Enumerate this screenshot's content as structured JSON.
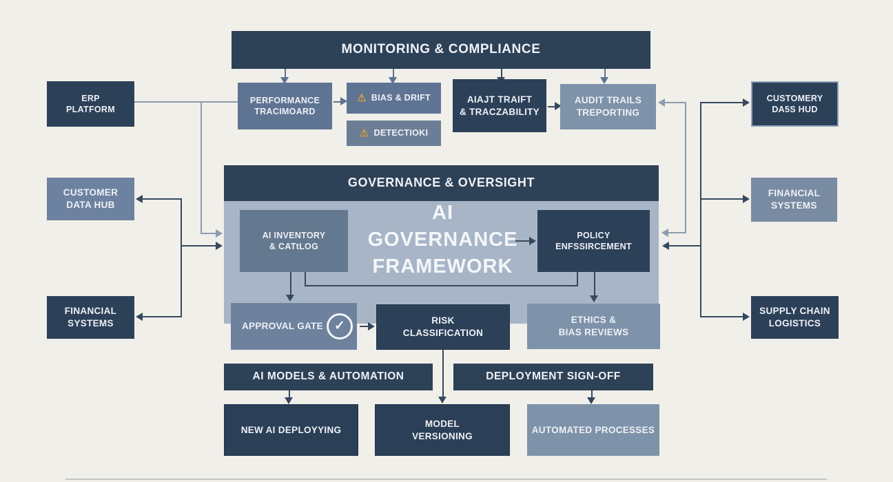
{
  "monitoring": {
    "header": "MONITORING & COMPLIANCE",
    "performance": "PERFORMANCE\nTRACIMOARD",
    "bias_drift": "BIAS & DRIFT",
    "detection": "DETECTIOKI",
    "audit_trail": "AIAJT TRAIFT\n& TRACZABILITY",
    "audit_reporting": "AUDIT TRAILS\nTREPORTING"
  },
  "left_systems": {
    "erp": "ERP\nPLATFORM",
    "customer": "CUSTOMER\nDATA HUB",
    "financial": "FINANCIAL\nSYSTEMS"
  },
  "right_systems": {
    "customer": "CUSTOMERY\nDA5S HUD",
    "financial": "FINANCIAL\nSYSTEMS",
    "supply": "SUPPLY CHAIN\nLOGISTICS"
  },
  "governance": {
    "header": "GOVERNANCE & OVERSIGHT",
    "title": "AI\nGOVERNANCE\nFRAMEWORK",
    "inventory": "AI INVENTORY\n& CATtLOG",
    "policy": "POLICY\nENFSSIRCEMENT",
    "approval": "APPROVAL GATE",
    "risk": "RISK\nCLASSIFICATION",
    "ethics": "ETHICS &\nBIAS REVIEWS"
  },
  "bottom": {
    "models_header": "AI MODELS & AUTOMATION",
    "signoff_header": "DEPLOYMENT SIGN-OFF",
    "new_ai": "NEW AI DEPLOYYING",
    "model_versioning": "MODEL\nVERSIONING",
    "automated": "AUTOMATED PROCESSES"
  },
  "icons": {
    "warning": "⚠",
    "check": "✓"
  },
  "colors": {
    "background": "#f1efe9",
    "navy": "#2c4058",
    "slate": "#5f7492",
    "light_slate": "#7e92a9",
    "container": "#a7b5c7",
    "warning_amber": "#d49a3c",
    "line_dark": "#34495f",
    "line_light": "#8b9cb0"
  }
}
